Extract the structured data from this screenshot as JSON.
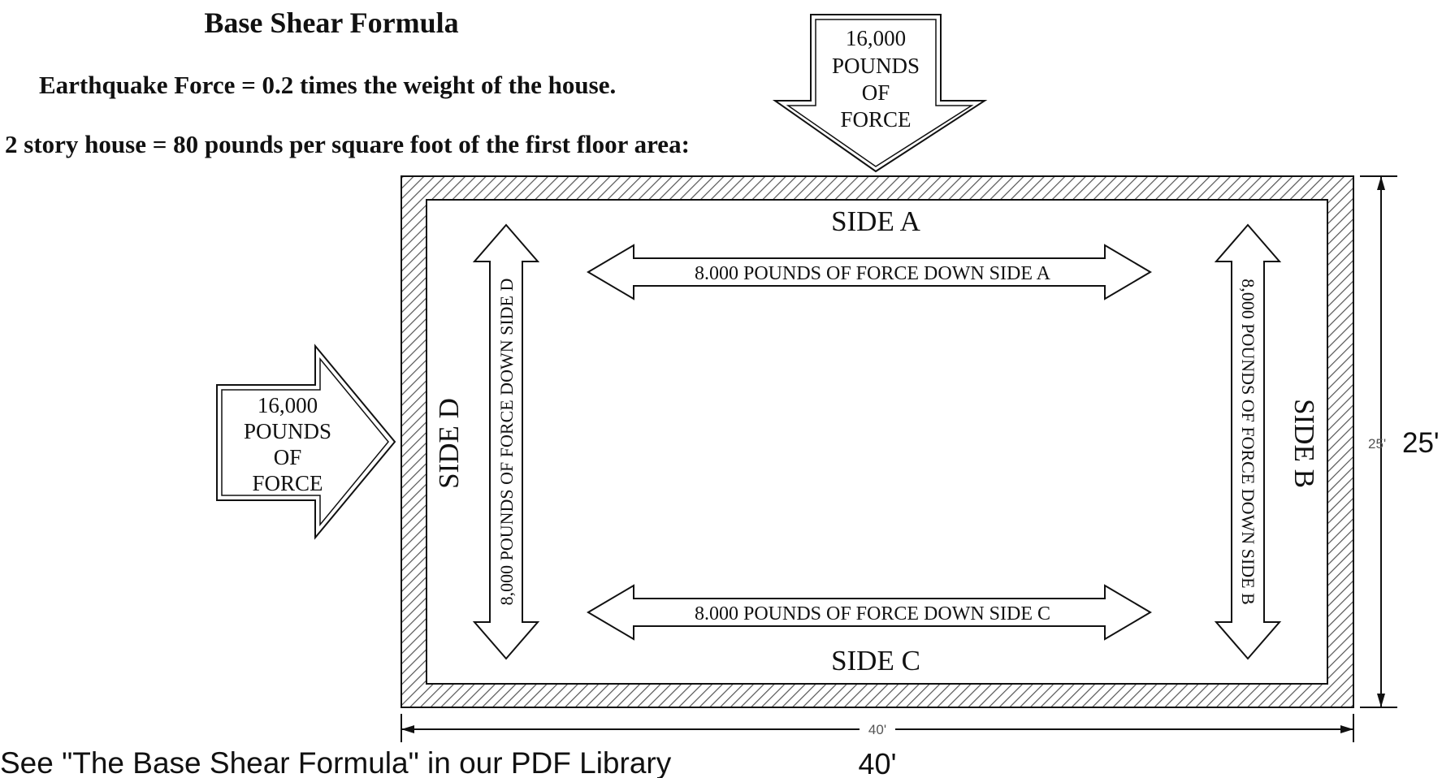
{
  "header": {
    "title": "Base Shear Formula",
    "line1": "Earthquake Force = 0.2 times the weight of the house.",
    "line2": "2 story house = 80 pounds per square foot of the first floor area:"
  },
  "force_top": [
    "16,000",
    "POUNDS",
    "OF",
    "FORCE"
  ],
  "force_left": [
    "16,000",
    "POUNDS",
    "OF",
    "FORCE"
  ],
  "sides": {
    "a": "SIDE A",
    "b": "SIDE B",
    "c": "SIDE C",
    "d": "SIDE D"
  },
  "distribution": {
    "a": "8.000  POUNDS OF FORCE DOWN SIDE A",
    "b": "8,000 POUNDS OF FORCE DOWN SIDE B",
    "c": "8.000  POUNDS OF FORCE DOWN SIDE C",
    "d": "8,000 POUNDS OF FORCE DOWN SIDE D"
  },
  "dimensions": {
    "height_small": "25'",
    "height_large": "25'",
    "width_small": "40'",
    "width_large": "40'"
  },
  "footer": {
    "note": "See \"The Base Shear Formula\" in our PDF Library"
  },
  "colors": {
    "ink": "#111111",
    "hatch": "#555555"
  }
}
